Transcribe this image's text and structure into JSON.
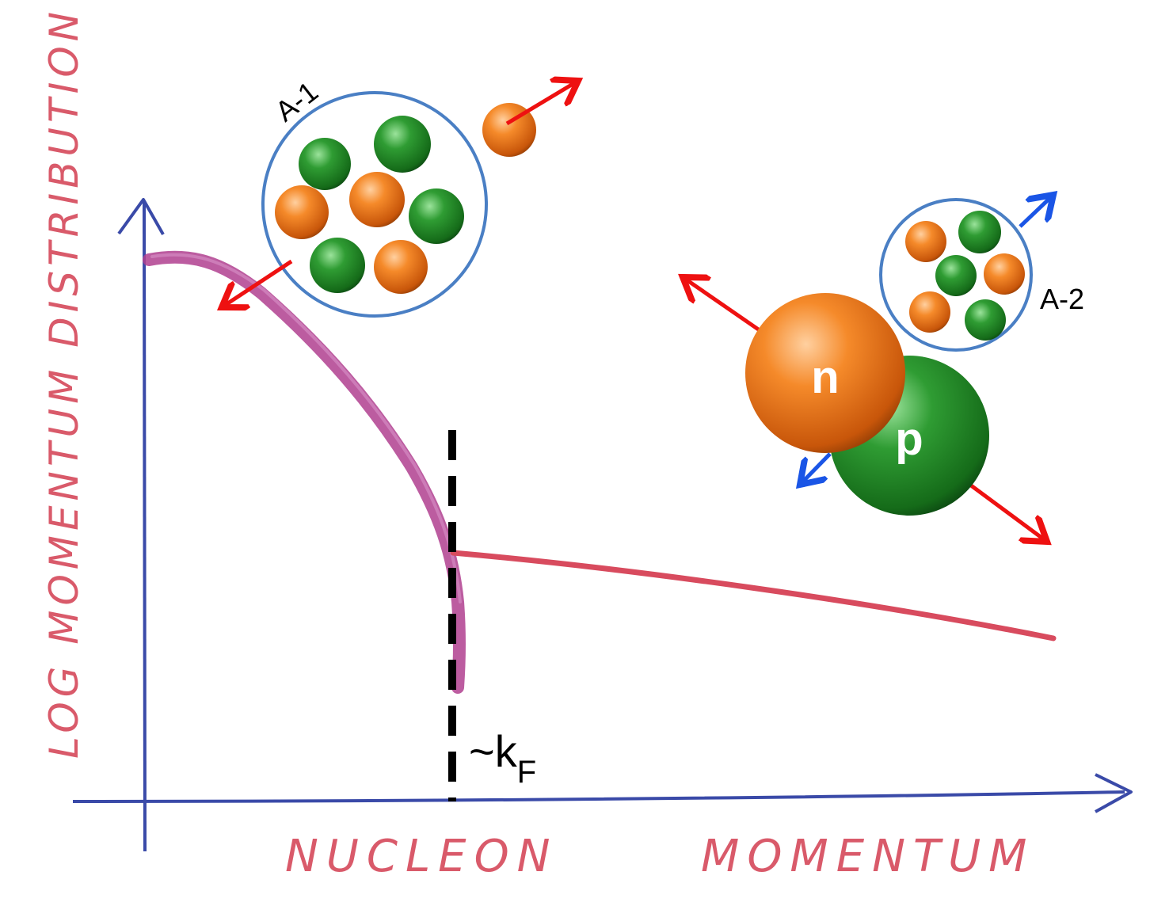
{
  "axes": {
    "y_label": "LOG MOMENTUM DISTRIBUTION",
    "x_label_left": "NUCLEON",
    "x_label_right": "MOMENTUM"
  },
  "fermi_label": {
    "prefix": "~k",
    "subscript": "F"
  },
  "single_nucleon_panel": {
    "label": "A-1"
  },
  "pair_panel": {
    "label": "A-2",
    "neutron_label": "n",
    "proton_label": "p"
  },
  "colors": {
    "axis": "#3a4aa8",
    "curve_mean_field": "#b0408f",
    "curve_tail": "#d84b5e",
    "label_text": "#d95a6a",
    "neutron_orange": "#f07a1a",
    "proton_green": "#1f8a24",
    "circle_outline": "#4a7fc4",
    "arrow_red": "#ee1111",
    "arrow_blue": "#1a55e6"
  }
}
